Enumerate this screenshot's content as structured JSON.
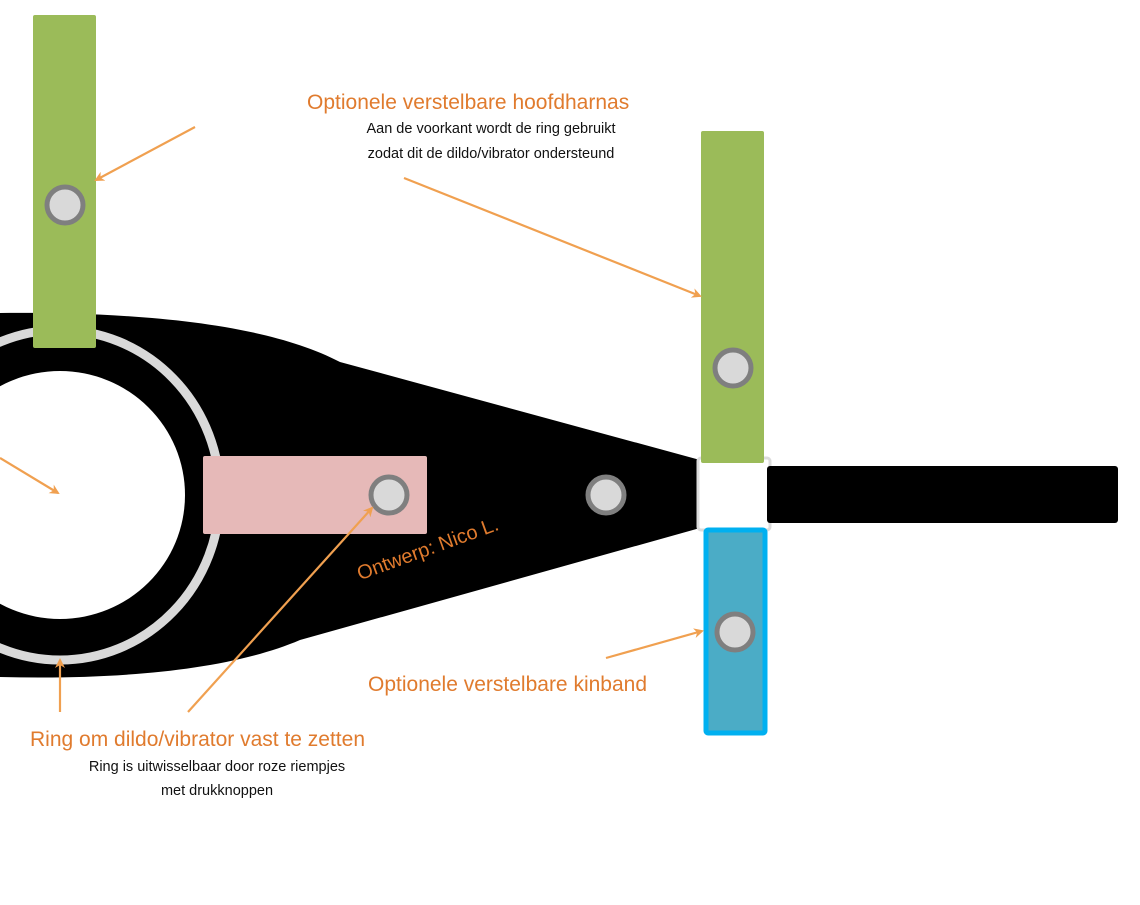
{
  "labels": {
    "head_harness_title": "Optionele verstelbare hoofdharnas",
    "head_harness_line1": "Aan de voorkant wordt de ring gebruikt",
    "head_harness_line2": "zodat dit de dildo/vibrator  ondersteund",
    "chin_strap_title": "Optionele verstelbare kinband",
    "ring_title": "Ring om dildo/vibrator vast te zetten",
    "ring_line1": "Ring is uitwisselbaar door roze riempjes",
    "ring_line2": "met drukknoppen",
    "designer": "Ontwerp:  Nico L."
  },
  "colors": {
    "body": "#000000",
    "green_strap": "#9bbb59",
    "blue_strap": "#4bacc6",
    "blue_border": "#00b0f0",
    "pink_strap": "#e6b9b8",
    "ring": "#d9d9d9",
    "snap_outer": "#7f7f7f",
    "arrow": "#f0a050"
  }
}
